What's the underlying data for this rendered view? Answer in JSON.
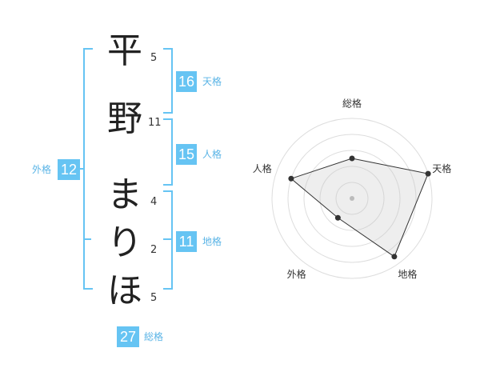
{
  "name_chars": [
    {
      "char": "平",
      "strokes": "5"
    },
    {
      "char": "野",
      "strokes": "11"
    },
    {
      "char": "ま",
      "strokes": "4"
    },
    {
      "char": "り",
      "strokes": "2"
    },
    {
      "char": "ほ",
      "strokes": "5"
    }
  ],
  "kaku": {
    "tenkaku": {
      "value": "16",
      "label": "天格"
    },
    "jinkaku": {
      "value": "15",
      "label": "人格"
    },
    "chikaku": {
      "value": "11",
      "label": "地格"
    },
    "gaikaku": {
      "value": "12",
      "label": "外格"
    },
    "soukaku": {
      "value": "27",
      "label": "総格"
    }
  },
  "colors": {
    "accent": "#66c4f3",
    "label": "#5ab4e6",
    "text": "#222222"
  },
  "chart_data": {
    "type": "radar",
    "axes": [
      "総格",
      "天格",
      "地格",
      "外格",
      "人格"
    ],
    "values": [
      0.5,
      1.0,
      0.9,
      0.3,
      0.8
    ],
    "rings": 5
  }
}
